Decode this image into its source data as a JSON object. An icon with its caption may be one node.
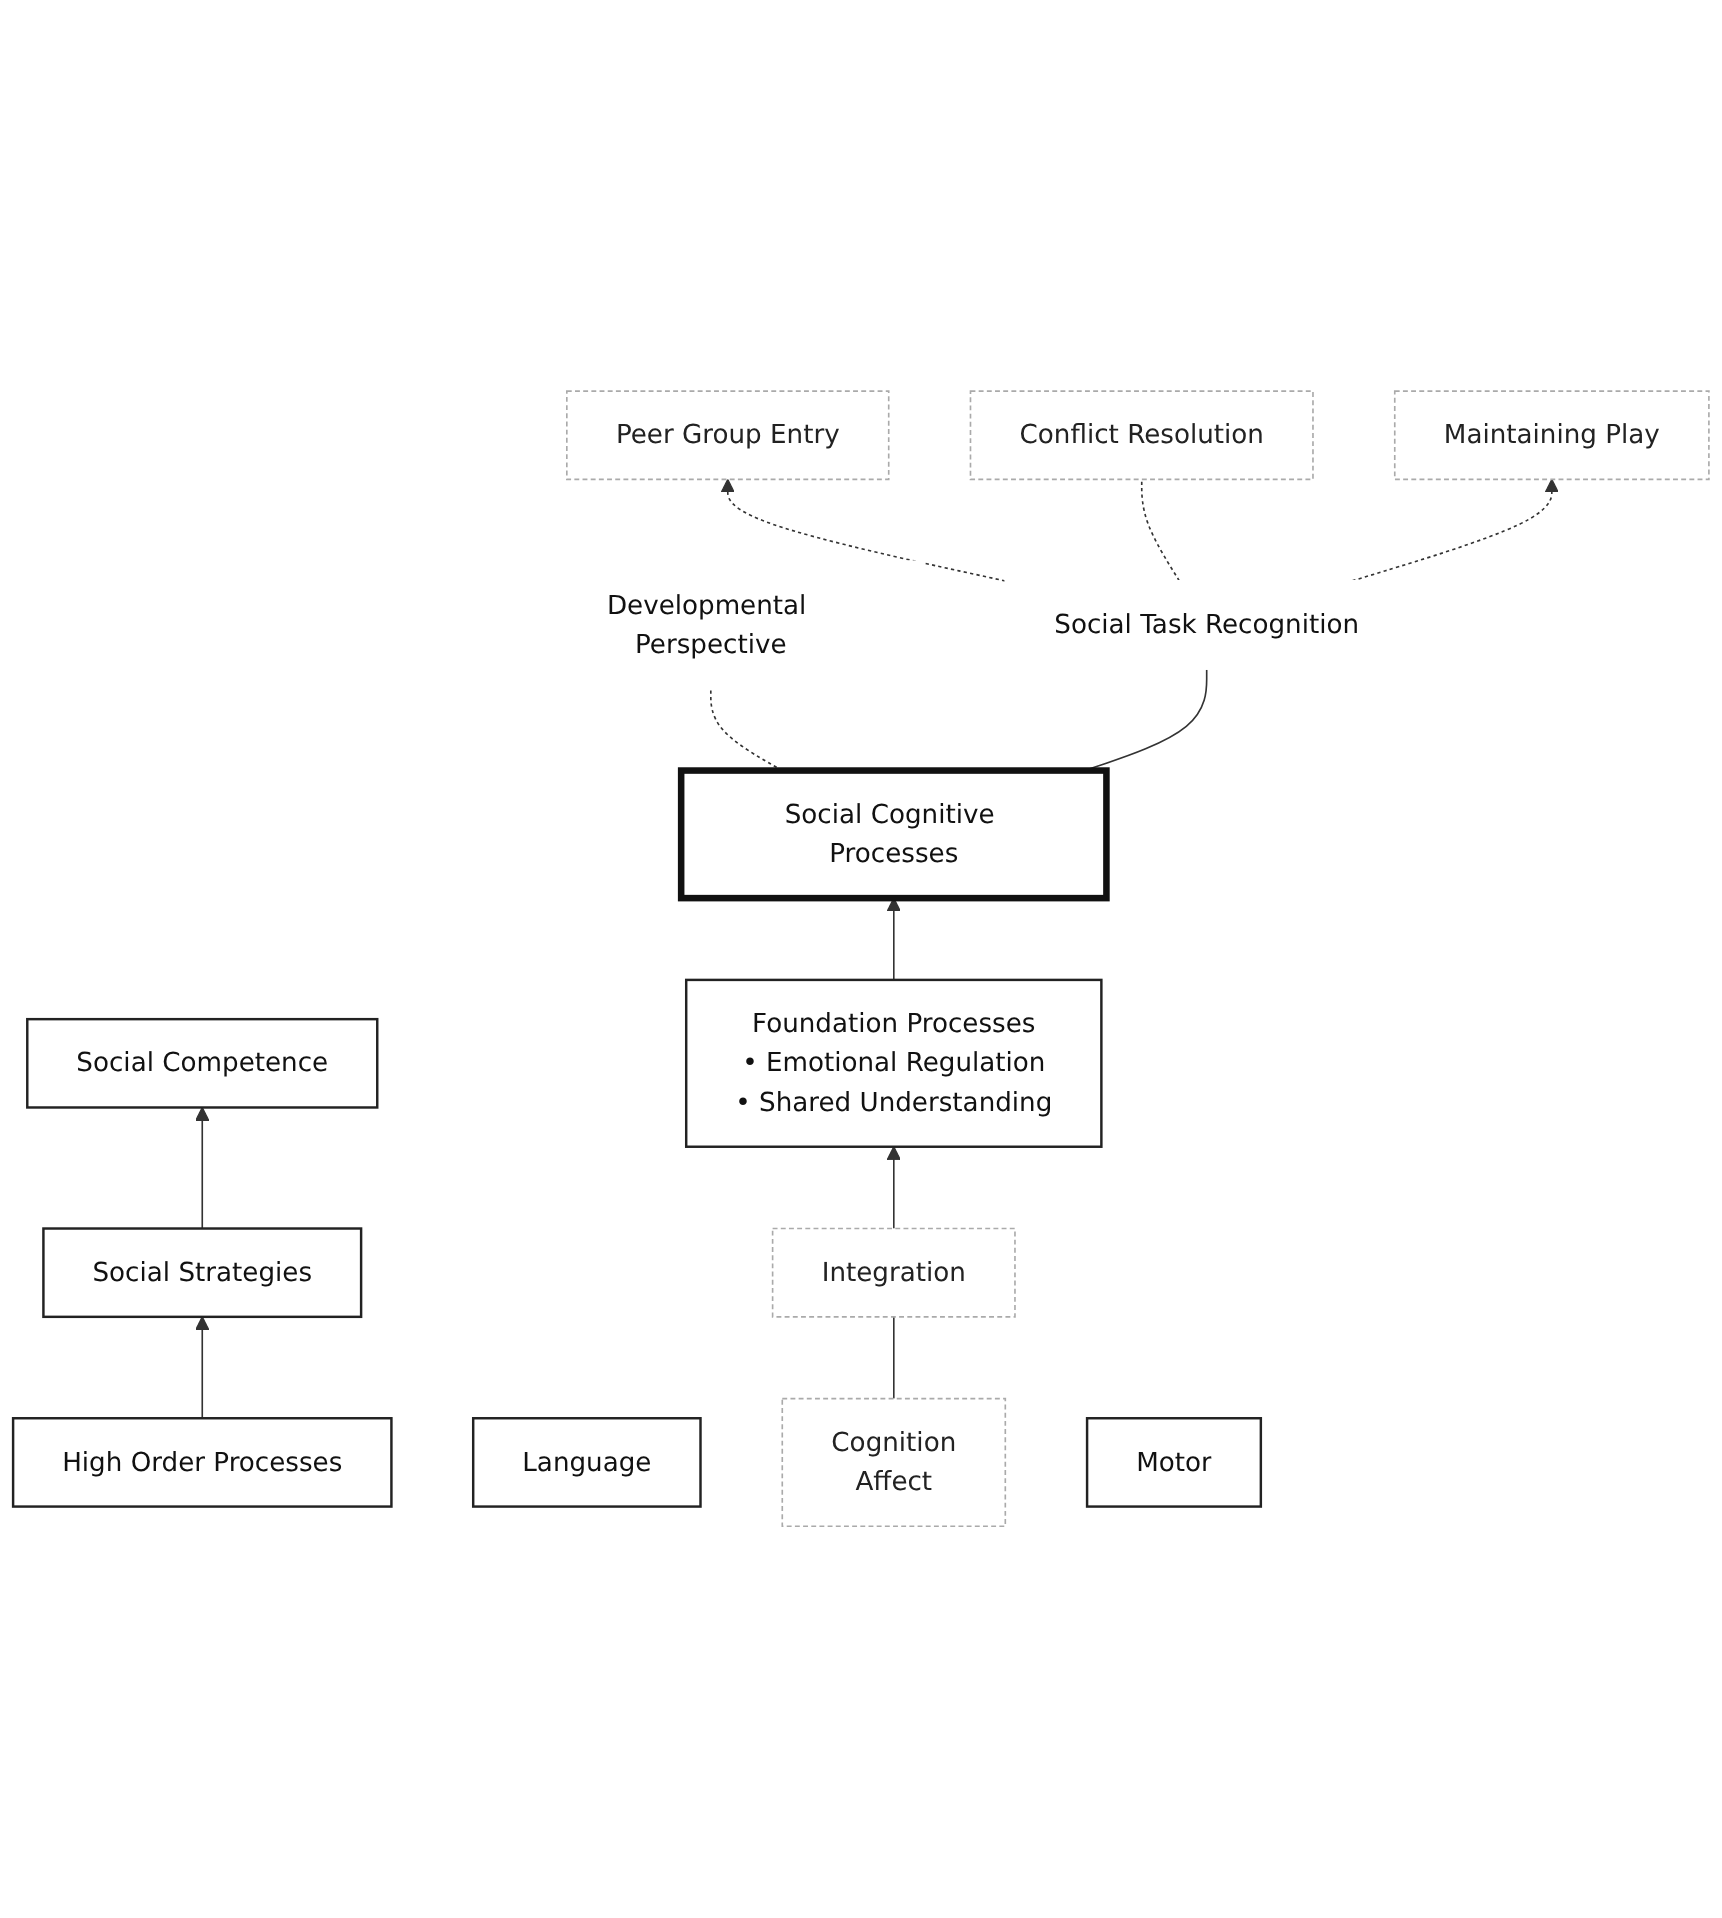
{
  "diagram": {
    "nodes": [
      {
        "text": [
          "Social Competence"
        ]
      },
      {
        "text": [
          "Social Strategies"
        ]
      },
      {
        "text": [
          "High Order Processes"
        ]
      },
      {
        "text": [
          "Social Cognitive Processes"
        ]
      },
      {
        "text": [
          "Developmental Perspective"
        ]
      },
      {
        "text": [
          "Foundation Processes",
          "• Emotional Regulation",
          "• Shared Understanding"
        ]
      },
      {
        "text": [
          "Social Task Recognition"
        ]
      },
      {
        "text": [
          "Peer Group Entry"
        ]
      },
      {
        "text": [
          "Conflict Resolution"
        ]
      },
      {
        "text": [
          "Maintaining Play"
        ]
      },
      {
        "text": [
          "Integration"
        ]
      },
      {
        "text": [
          "Language"
        ]
      },
      {
        "text": [
          "Cognition",
          "Affect"
        ]
      },
      {
        "text": [
          "Motor"
        ]
      }
    ],
    "edges": [
      {
        "from": 1,
        "to": 0,
        "arrow": "to"
      },
      {
        "from": 2,
        "to": 1,
        "arrow": "to"
      },
      {
        "from": 5,
        "to": 3,
        "arrow": "to"
      },
      {
        "from": 3,
        "to": 4,
        "arrow": "none",
        "style": "dashed"
      },
      {
        "from": 3,
        "to": 6,
        "arrow": "none"
      },
      {
        "from": 6,
        "to": 7,
        "arrow": "to",
        "style": "dashed"
      },
      {
        "from": 6,
        "to": 8,
        "arrow": "none",
        "style": "dashed"
      },
      {
        "from": 6,
        "to": 9,
        "arrow": "to",
        "style": "dashed"
      },
      {
        "from": 10,
        "to": 5,
        "arrow": "to"
      },
      {
        "from": 12,
        "to": 10,
        "arrow": "none"
      }
    ]
  }
}
